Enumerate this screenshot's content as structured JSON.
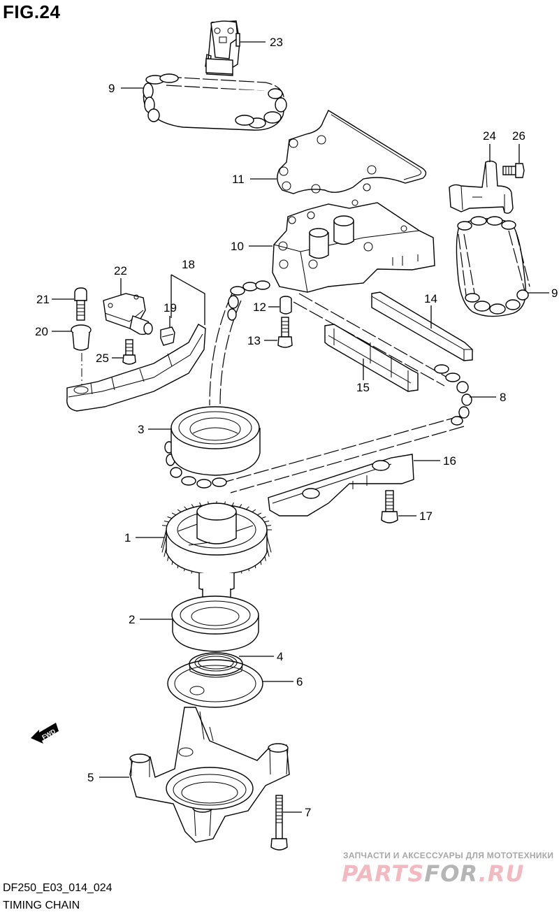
{
  "figure": {
    "title": "FIG.24",
    "code": "DF250_E03_014_024",
    "name": "TIMING CHAIN"
  },
  "direction_indicator": {
    "label": "FWD",
    "icon": "fwd-arrow-icon"
  },
  "watermark": {
    "tagline": "ЗАПЧАСТИ И АКСЕССУАРЫ ДЛЯ МОТОТЕХНИКИ",
    "logo_part1": "PARTS",
    "logo_part2": "FOR",
    "logo_part3": ".RU",
    "colors": {
      "pink": "#f3b9c0",
      "gray": "#b5b5b5"
    }
  },
  "callouts": {
    "c1": "1",
    "c2": "2",
    "c3": "3",
    "c4": "4",
    "c5": "5",
    "c6": "6",
    "c7": "7",
    "c8": "8",
    "c9a": "9",
    "c9b": "9",
    "c10": "10",
    "c11": "11",
    "c12": "12",
    "c13": "13",
    "c14": "14",
    "c15": "15",
    "c16": "16",
    "c17": "17",
    "c18": "18",
    "c19": "19",
    "c20": "20",
    "c21": "21",
    "c22": "22",
    "c23": "23",
    "c24": "24",
    "c25": "25",
    "c26": "26"
  }
}
